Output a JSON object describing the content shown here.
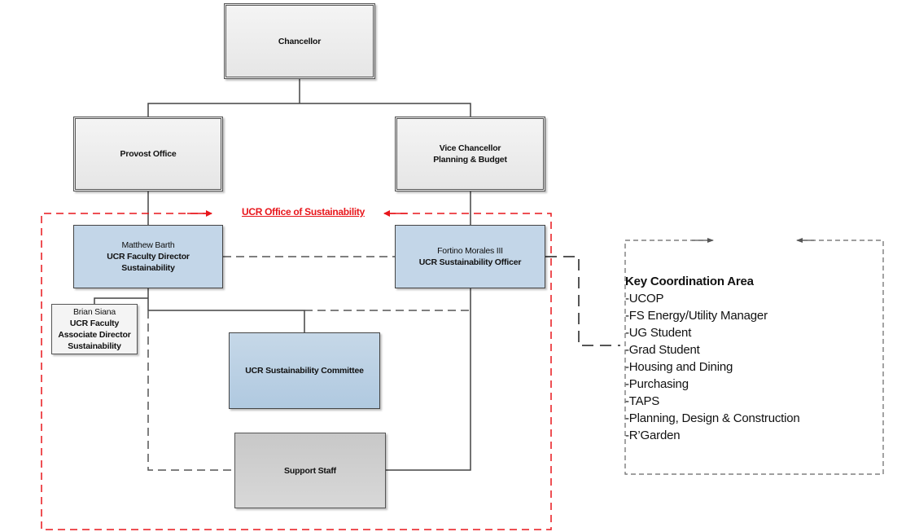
{
  "diagram": {
    "title": "UCR Office of Sustainability",
    "colors": {
      "office_boundary": "#e8161b",
      "connector": "#444444",
      "director_box_fill": "#c3d6e8",
      "executive_box_fill": "#ececec",
      "support_box_fill": "#d0d0d0"
    },
    "nodes": {
      "chancellor": {
        "lines": [
          "Chancellor"
        ]
      },
      "provost": {
        "lines": [
          "Provost Office"
        ]
      },
      "vice_chancellor": {
        "lines": [
          "Vice Chancellor",
          "Planning & Budget"
        ]
      },
      "barth": {
        "name": "Matthew Barth",
        "lines": [
          "UCR Faculty Director",
          "Sustainability"
        ]
      },
      "morales": {
        "name": "Fortino Morales III",
        "lines": [
          "UCR Sustainability Officer"
        ]
      },
      "siana": {
        "name": "Brian Siana",
        "lines": [
          "UCR Faculty",
          "Associate Director",
          "Sustainability"
        ]
      },
      "committee": {
        "lines": [
          "UCR Sustainability Committee"
        ]
      },
      "support": {
        "lines": [
          "Support Staff"
        ]
      }
    },
    "key_coordination": {
      "heading": "Key Coordination Area",
      "items": [
        "-UCOP",
        "-FS Energy/Utility Manager",
        "-UG Student",
        "-Grad Student",
        "-Housing and Dining",
        "-Purchasing",
        "-TAPS",
        "-Planning, Design & Construction",
        "-R’Garden"
      ]
    }
  }
}
